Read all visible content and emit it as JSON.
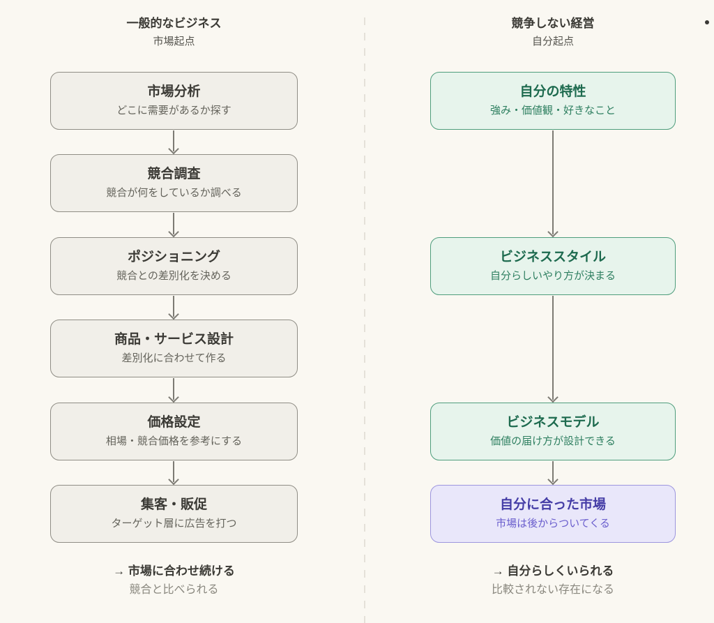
{
  "page": {
    "background": "#faf8f2",
    "corner_dot_glyph": "•"
  },
  "columns": [
    {
      "id": "general-business",
      "header": {
        "title": "一般的なビジネス",
        "subtitle": "市場起点"
      },
      "boxes": [
        {
          "title": "市場分析",
          "subtitle": "どこに需要があるか探す"
        },
        {
          "title": "競合調査",
          "subtitle": "競合が何をしているか調べる"
        },
        {
          "title": "ポジショニング",
          "subtitle": "競合との差別化を決める"
        },
        {
          "title": "商品・サービス設計",
          "subtitle": "差別化に合わせて作る"
        },
        {
          "title": "価格設定",
          "subtitle": "相場・競合価格を参考にする"
        },
        {
          "title": "集客・販促",
          "subtitle": "ターゲット層に広告を打つ"
        }
      ],
      "footer": {
        "line1": "→ 市場に合わせ続ける",
        "line2": "競合と比べられる"
      }
    },
    {
      "id": "non-competing-management",
      "header": {
        "title": "競争しない経営",
        "subtitle": "自分起点"
      },
      "boxes": [
        {
          "title": "自分の特性",
          "subtitle": "強み・価値観・好きなこと"
        },
        {
          "title": "ビジネススタイル",
          "subtitle": "自分らしいやり方が決まる"
        },
        {
          "title": "ビジネスモデル",
          "subtitle": "価値の届け方が設計できる"
        },
        {
          "title": "自分に合った市場",
          "subtitle": "市場は後からついてくる"
        }
      ],
      "footer": {
        "line1": "→ 自分らしくいられる",
        "line2": "比較されない存在になる"
      }
    }
  ],
  "colors": {
    "background": "#faf8f2",
    "neutral_box_bg": "#f1efe9",
    "neutral_box_border": "#8f8d85",
    "green_box_bg": "#e7f4ec",
    "green_box_border": "#4e9d7c",
    "green_title": "#1d6a4e",
    "green_subtitle": "#2e7f60",
    "purple_box_bg": "#e9e7fa",
    "purple_box_border": "#9c95de",
    "purple_title": "#443ca6",
    "purple_subtitle": "#6a5ecd",
    "arrow": "#7d7b74",
    "divider_dash": "#e4e1d9",
    "text_dark": "#3b3a35",
    "text_gray": "#8a887f"
  }
}
